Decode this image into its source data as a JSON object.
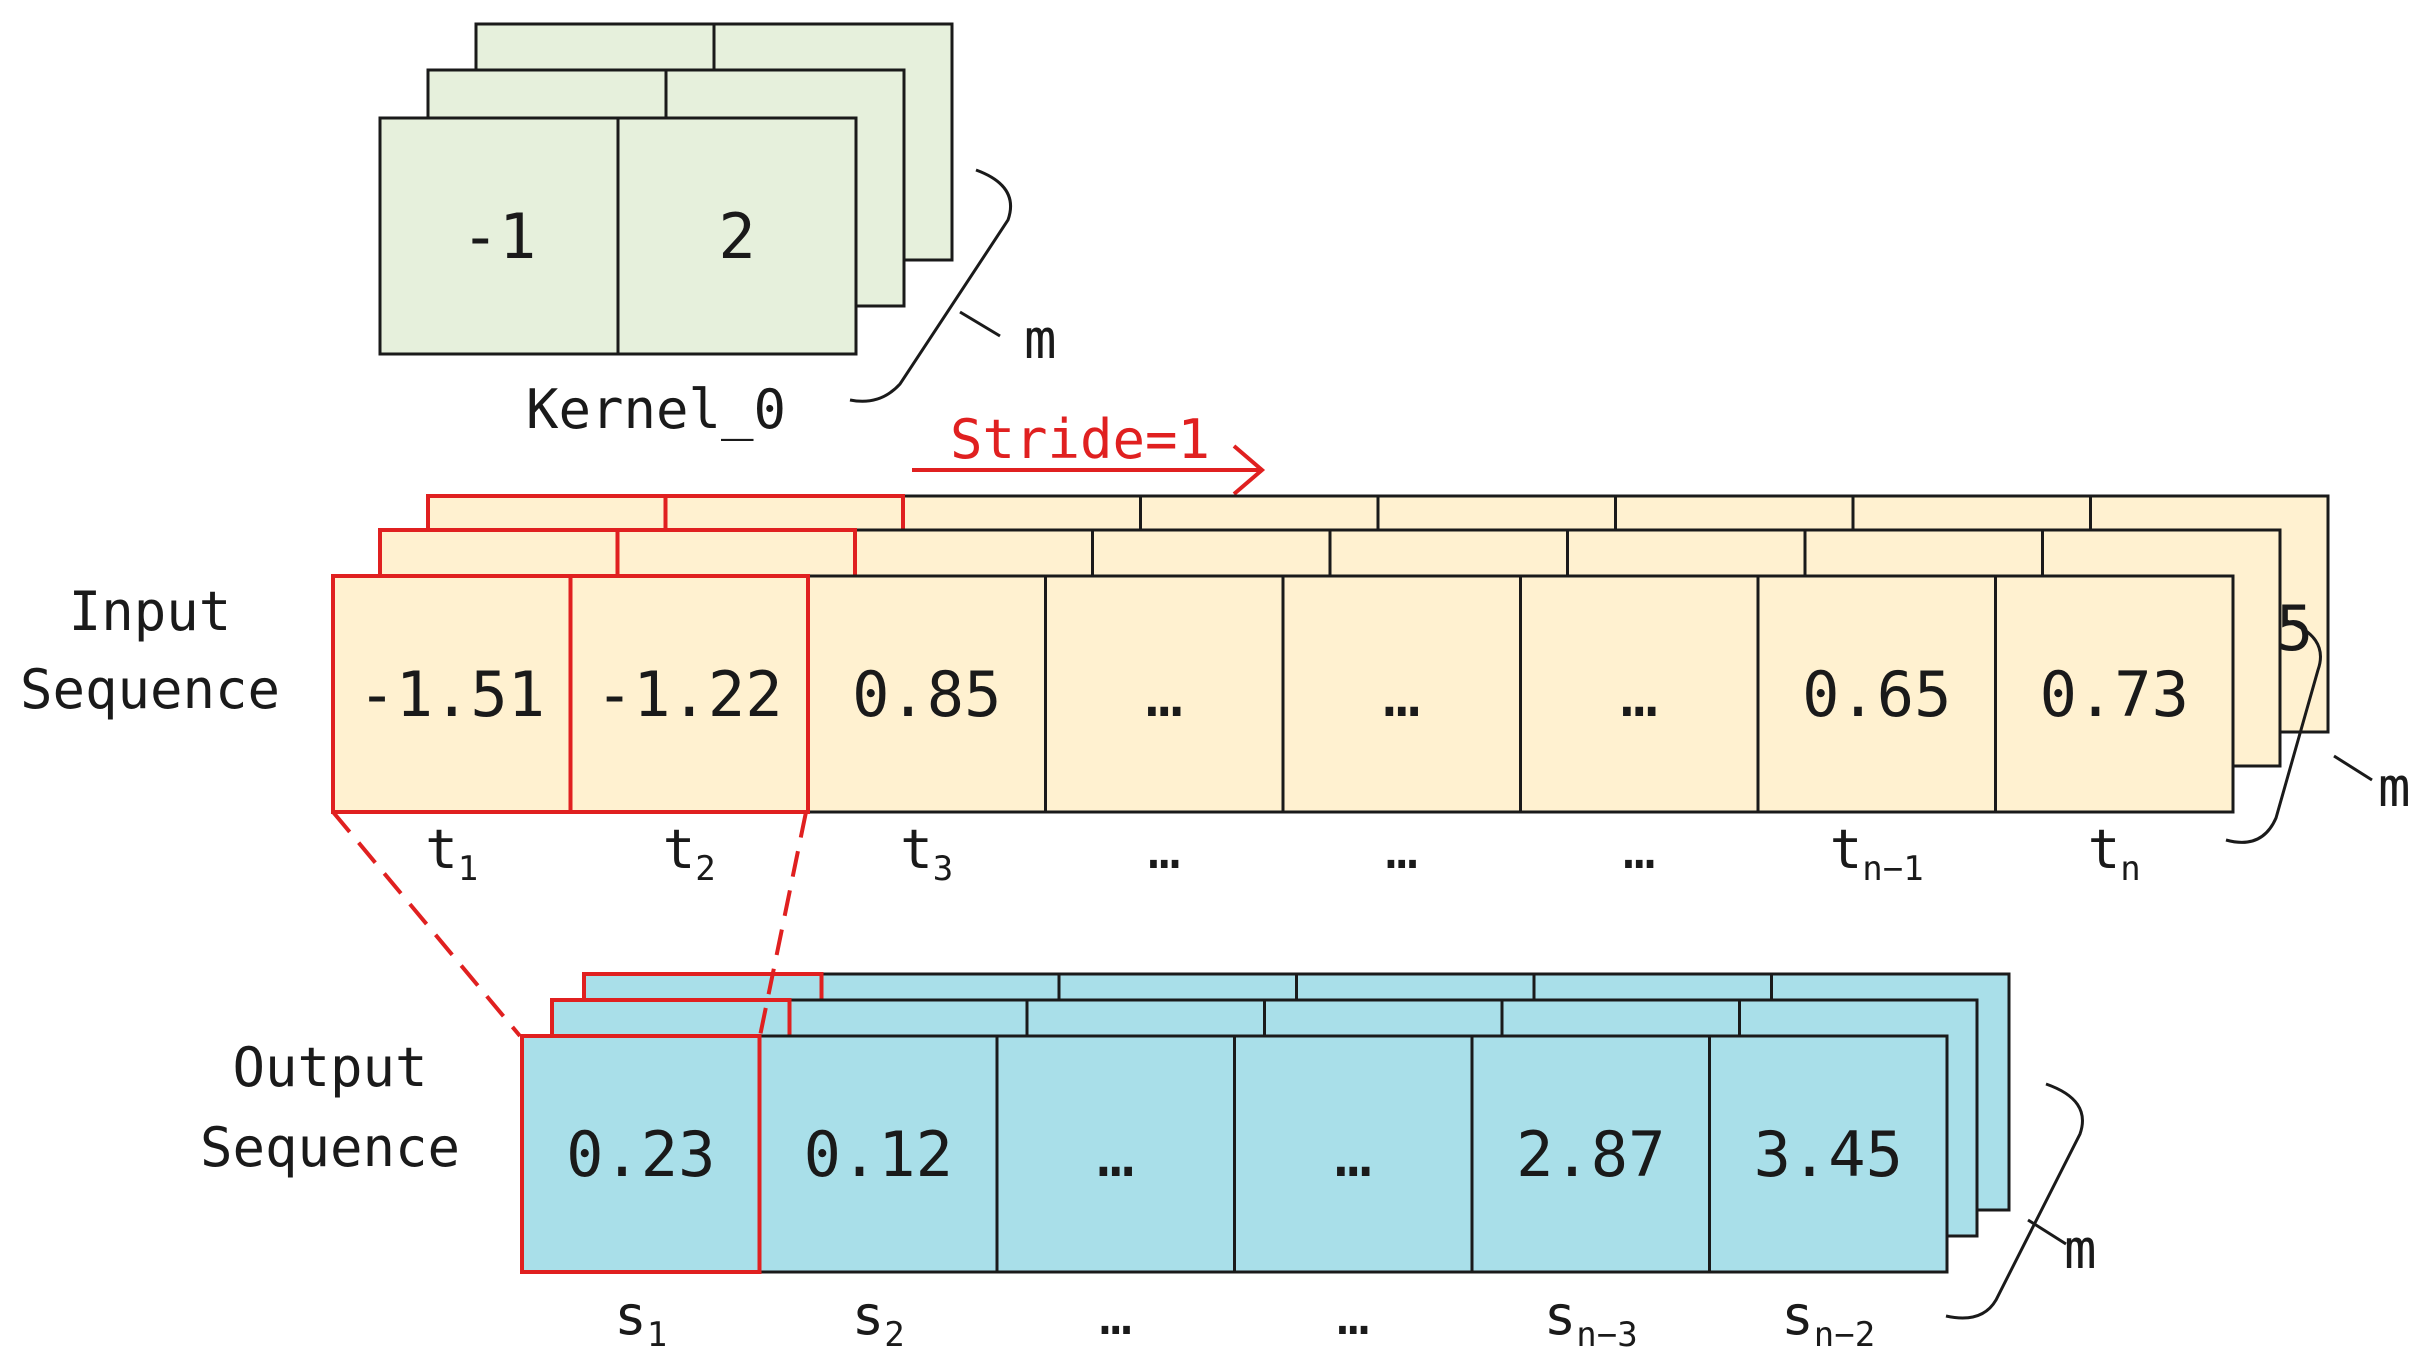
{
  "kernel": {
    "title": "Kernel_0",
    "values": [
      "-1",
      "2"
    ],
    "depth_label": "m"
  },
  "stride_label": "Stride=1",
  "input": {
    "label_line1": "Input",
    "label_line2": "Sequence",
    "values": [
      "-1.51",
      "-1.22",
      "0.85",
      "…",
      "…",
      "…",
      "0.65",
      "0.73"
    ],
    "index_labels": [
      {
        "base": "t",
        "sub": "1"
      },
      {
        "base": "t",
        "sub": "2"
      },
      {
        "base": "t",
        "sub": "3"
      },
      {
        "base": "…",
        "sub": ""
      },
      {
        "base": "…",
        "sub": ""
      },
      {
        "base": "…",
        "sub": ""
      },
      {
        "base": "t",
        "sub": "n−1"
      },
      {
        "base": "t",
        "sub": "n"
      }
    ],
    "depth_label": "m",
    "back_partial_glyph": "5"
  },
  "output": {
    "label_line1": "Output",
    "label_line2": "Sequence",
    "values": [
      "0.23",
      "0.12",
      "…",
      "…",
      "2.87",
      "3.45"
    ],
    "index_labels": [
      {
        "base": "s",
        "sub": "1"
      },
      {
        "base": "s",
        "sub": "2"
      },
      {
        "base": "…",
        "sub": ""
      },
      {
        "base": "…",
        "sub": ""
      },
      {
        "base": "s",
        "sub": "n−3"
      },
      {
        "base": "s",
        "sub": "n−2"
      }
    ],
    "depth_label": "m"
  },
  "colors": {
    "kernel_fill": "#e6f0dc",
    "input_fill": "#fff1d0",
    "output_fill": "#a9dfe9",
    "highlight": "#e02020",
    "stroke": "#1a1a1a"
  }
}
